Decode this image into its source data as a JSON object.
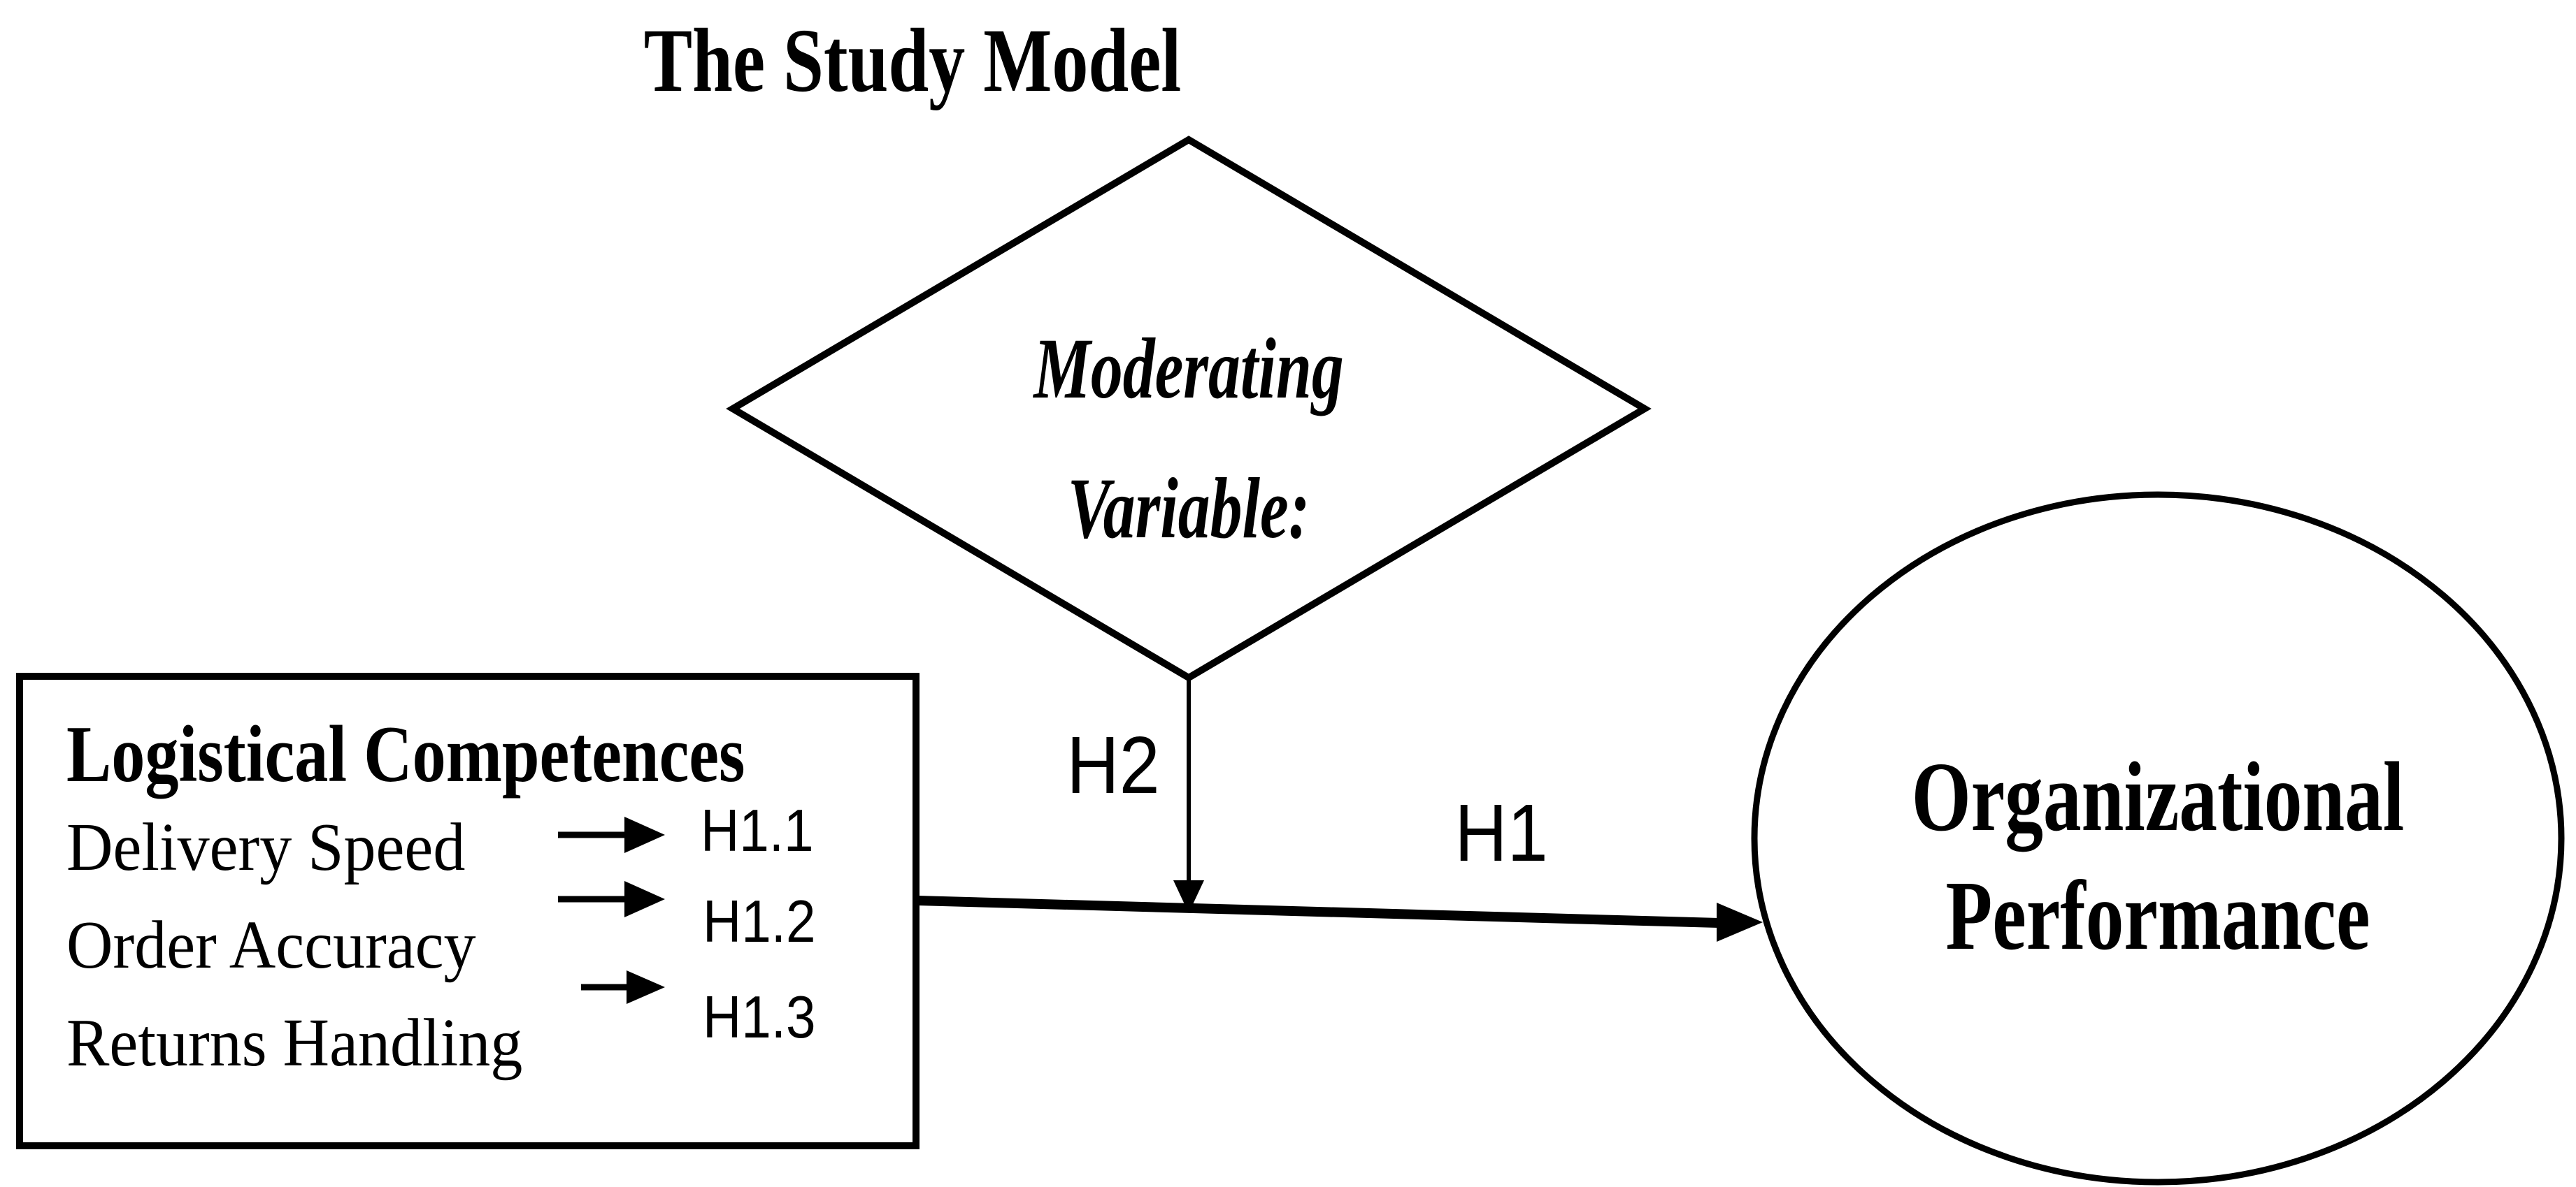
{
  "figure": {
    "title": "The Study Model",
    "moderator": {
      "shape": "diamond",
      "line1": "Moderating",
      "line2": "Variable:"
    },
    "independent_box": {
      "heading": "Logistical Competences",
      "items": [
        "Delivery Speed",
        "Order Accuracy",
        "Returns Handling"
      ],
      "hypothesis_labels": [
        "H1.1",
        "H1.2",
        "H1.3"
      ]
    },
    "dependent": {
      "shape": "ellipse",
      "line1": "Organizational",
      "line2": "Performance"
    },
    "paths": {
      "direct_effect_label": "H1",
      "moderation_effect_label": "H2"
    },
    "colors": {
      "ink": "#000000",
      "background": "#ffffff"
    }
  }
}
